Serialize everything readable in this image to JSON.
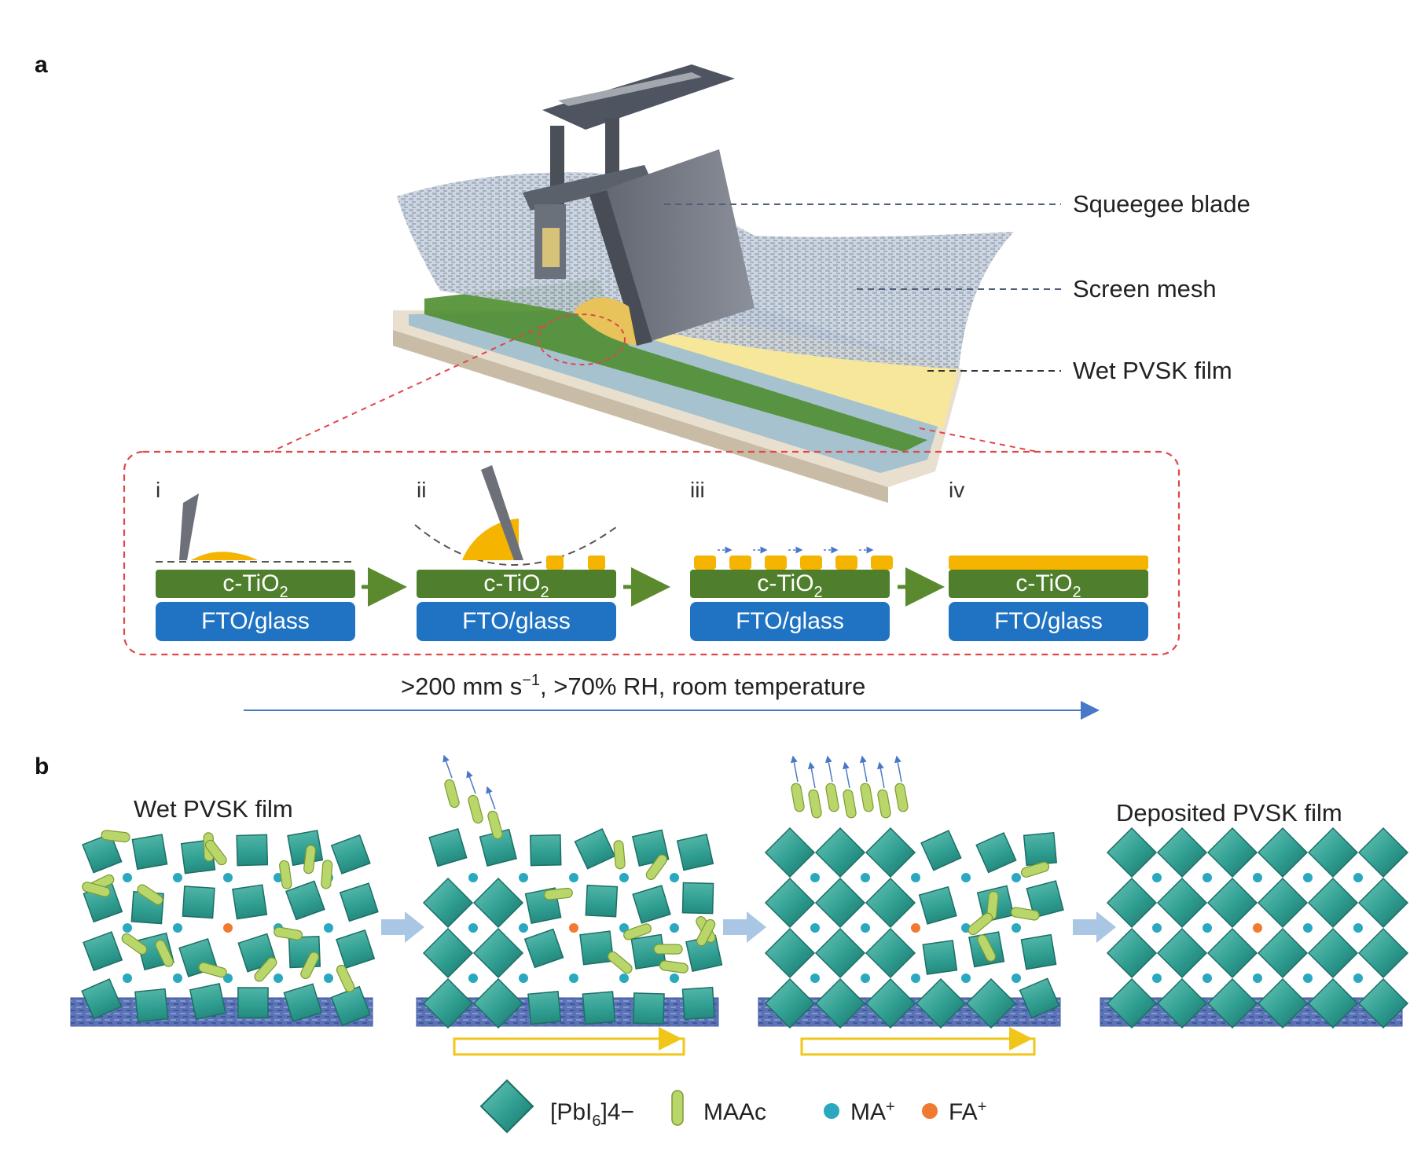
{
  "panel_a": {
    "letter": "a",
    "callouts": {
      "squeegee": "Squeegee blade",
      "mesh": "Screen mesh",
      "wet_film": "Wet PVSK film"
    },
    "steps": [
      {
        "num": "i"
      },
      {
        "num": "ii"
      },
      {
        "num": "iii"
      },
      {
        "num": "iv"
      }
    ],
    "layers": {
      "ctio_base": "c-TiO",
      "ctio_sub": "2",
      "fto": "FTO/glass"
    },
    "conditions": {
      "part1": ">200 mm s",
      "sup": "−1",
      "part2": ", >70% RH, room temperature"
    }
  },
  "panel_b": {
    "letter": "b",
    "stage_titles": {
      "first": "Wet PVSK film",
      "last": "Deposited PVSK film"
    },
    "legend": {
      "octahedron_base": "[PbI",
      "octahedron_sub": "6",
      "octahedron_sup": "]4−",
      "maac": "MAAc",
      "ma_base": "MA",
      "ma_sup": "+",
      "fa_base": "FA",
      "fa_sup": "+"
    }
  },
  "colors": {
    "ctio2": "#4f7f2c",
    "fto": "#1f73c2",
    "perovskite_ink": "#f4b400",
    "octahedron": "#2f9e91",
    "maac": "#b9d66a",
    "ma_ion": "#2aa8c0",
    "fa_ion": "#f07a30",
    "substrate": "#5b73b5",
    "dashed_frame": "#e0464a",
    "process_arrow": "#4a78c8",
    "step_arrow": "#5b8a2e",
    "stage_arrow": "#a9c7e4",
    "heat_arrow": "#f2c618"
  }
}
